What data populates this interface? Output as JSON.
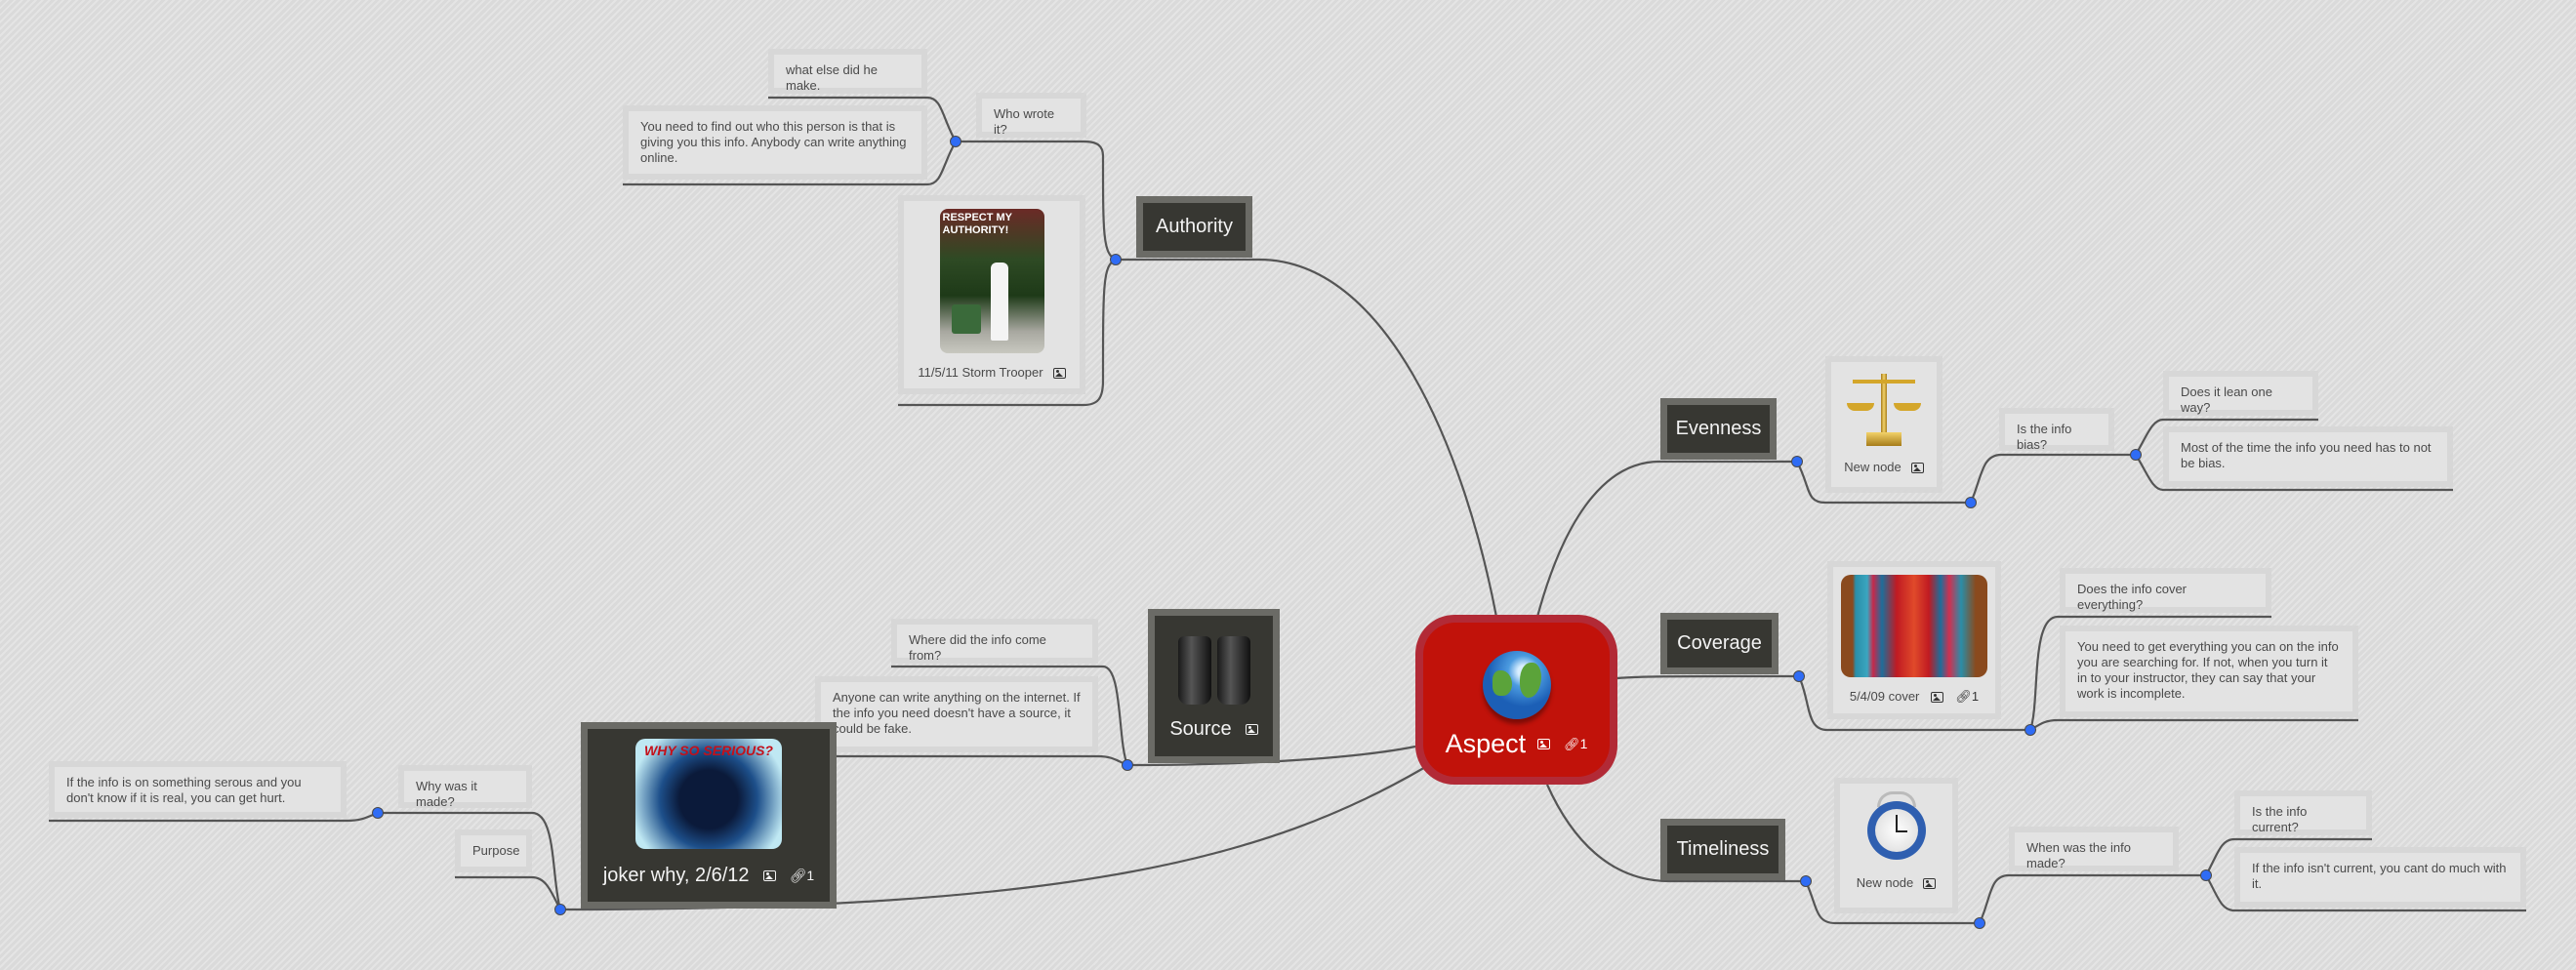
{
  "central": {
    "label": "Aspect",
    "link_count": "1",
    "icon": "globe-image"
  },
  "authority": {
    "label": "Authority",
    "image_node": {
      "caption": "11/5/11 Storm Trooper",
      "image": "respect-my-authority-image",
      "image_text": "RESPECT MY AUTHORITY!"
    },
    "question": "Who wrote it?",
    "children": [
      "what else did he make.",
      "You need to find out who this person is that is giving you this info. Anybody can write anything online."
    ]
  },
  "source": {
    "label": "Source",
    "icon": "binoculars-image",
    "children": [
      "Where did the info come from?",
      "Anyone can write anything on the internet. If the info you need doesn't have a source, it could be fake."
    ]
  },
  "purpose": {
    "image_node": {
      "caption": "joker why, 2/6/12",
      "link_count": "1",
      "image_text": "WHY SO SERIOUS?"
    },
    "children": [
      "Why was it made?",
      "Purpose"
    ],
    "why_child": "If the info is on something serous and you don't know if it is real, you can get hurt."
  },
  "evenness": {
    "label": "Evenness",
    "image_node": {
      "caption": "New node",
      "image": "scales-image"
    },
    "question": "Is the info bias?",
    "children": [
      "Does it lean one way?",
      "Most of the time the info you need has to not be bias."
    ]
  },
  "coverage": {
    "label": "Coverage",
    "image_node": {
      "caption": "5/4/09 cover",
      "link_count": "1",
      "image": "blanket-image"
    },
    "children": [
      "Does the info cover everything?",
      "You need to get everything you can on the info you are searching for. If not, when you turn it in to your instructor, they can say that your work is incomplete."
    ]
  },
  "timeliness": {
    "label": "Timeliness",
    "image_node": {
      "caption": "New node",
      "image": "alarm-clock-image"
    },
    "question": "When was the info made?",
    "children": [
      "Is the info current?",
      "If the info isn't current, you cant do much with it."
    ]
  },
  "colors": {
    "central_fill": "#c1120a",
    "central_border": "#b22a36",
    "topic_fill": "#373732",
    "topic_border": "#6b6b66",
    "junction_dot": "#2f6cf5",
    "line": "#555555",
    "background": "#dedede"
  }
}
